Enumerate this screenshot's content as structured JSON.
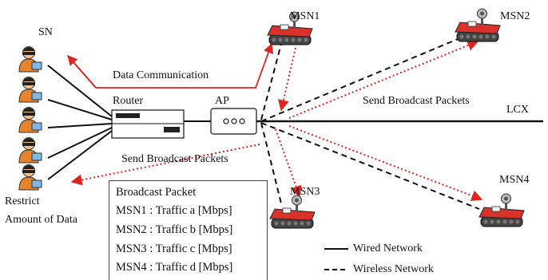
{
  "labels": {
    "sn": "SN",
    "msn1": "MSN1",
    "msn2": "MSN2",
    "msn3": "MSN3",
    "msn4": "MSN4",
    "router": "Router",
    "ap": "AP",
    "lcx": "LCX",
    "data_comm": "Data Communication",
    "broadcast_right": "Send Broadcast Packets",
    "broadcast_left": "Send Broadcast Packets",
    "restrict_line1": "Restrict",
    "restrict_line2": "Amount of Data"
  },
  "packet_box": {
    "title": "Broadcast Packet",
    "rows": [
      "MSN1 : Traffic a [Mbps]",
      "MSN2 : Traffic b [Mbps]",
      "MSN3 : Traffic c [Mbps]",
      "MSN4 : Traffic d [Mbps]"
    ]
  },
  "legend": {
    "wired": "Wired Network",
    "wireless": "Wireless Network"
  },
  "colors": {
    "arrow_red": "#e0231e",
    "robot_red": "#d8322a",
    "person_orange": "#e7832b",
    "line_black": "#111111"
  }
}
